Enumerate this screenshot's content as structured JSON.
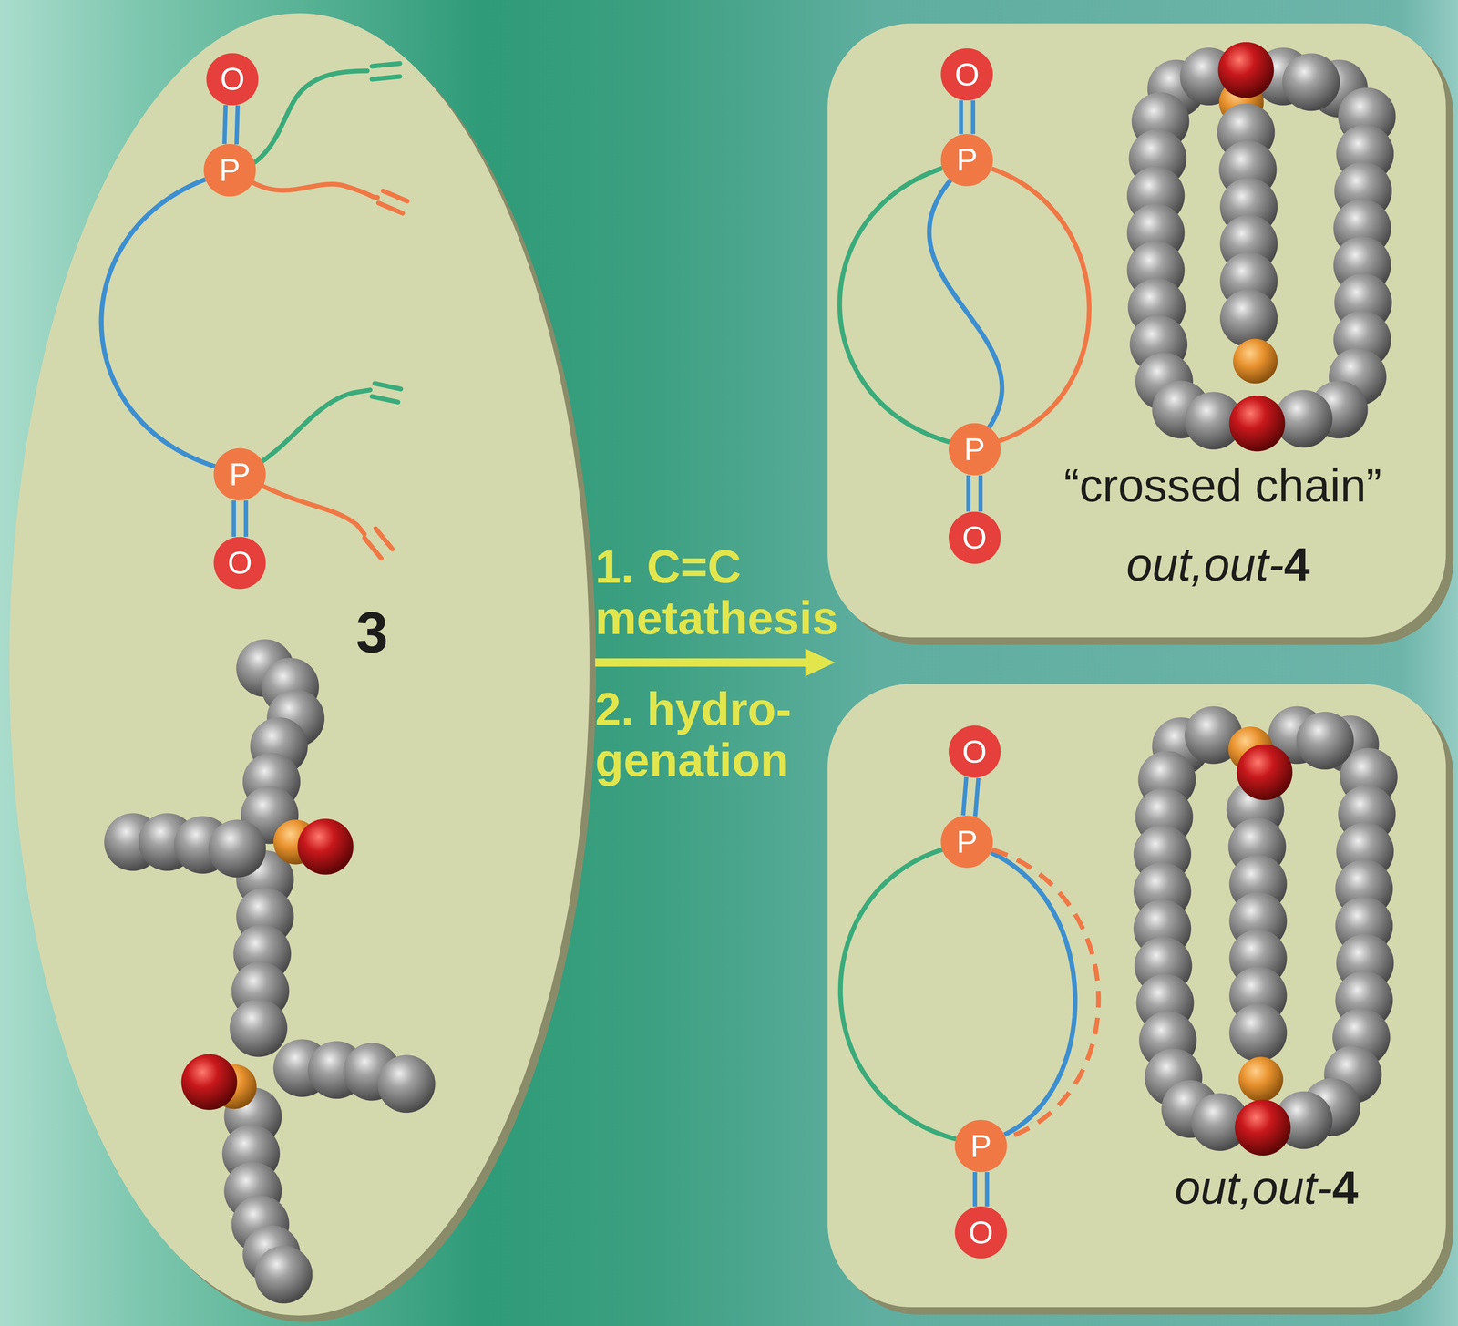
{
  "diagram": {
    "nodes": [
      {
        "text": [
          "3"
        ]
      },
      {
        "text": [
          "O"
        ],
        "in": 0
      },
      {
        "text": [
          "P"
        ],
        "in": 0
      },
      {
        "text": [
          "P"
        ],
        "in": 0
      },
      {
        "text": [
          "O"
        ],
        "in": 0
      },
      {
        "text": [
          "“crossed chain”",
          "out,out-4"
        ]
      },
      {
        "text": [
          "O"
        ],
        "in": 5
      },
      {
        "text": [
          "P"
        ],
        "in": 5
      },
      {
        "text": [
          "P"
        ],
        "in": 5
      },
      {
        "text": [
          "O"
        ],
        "in": 5
      },
      {
        "text": [
          "out,out-4"
        ]
      },
      {
        "text": [
          "O"
        ],
        "in": 10
      },
      {
        "text": [
          "P"
        ],
        "in": 10
      },
      {
        "text": [
          "P"
        ],
        "in": 10
      },
      {
        "text": [
          "O"
        ],
        "in": 10
      }
    ],
    "edges": [
      {
        "from": 1,
        "to": 2,
        "arrow": "none"
      },
      {
        "from": 2,
        "to": 3,
        "arrow": "none"
      },
      {
        "from": 3,
        "to": 4,
        "arrow": "none"
      },
      {
        "from": 6,
        "to": 7,
        "arrow": "none"
      },
      {
        "from": 7,
        "to": 8,
        "arrow": "none"
      },
      {
        "from": 7,
        "to": 8,
        "arrow": "none"
      },
      {
        "from": 7,
        "to": 8,
        "arrow": "none"
      },
      {
        "from": 8,
        "to": 9,
        "arrow": "none"
      },
      {
        "from": 11,
        "to": 12,
        "arrow": "none"
      },
      {
        "from": 12,
        "to": 13,
        "arrow": "none"
      },
      {
        "from": 12,
        "to": 13,
        "arrow": "none"
      },
      {
        "from": 12,
        "to": 13,
        "arrow": "none"
      },
      {
        "from": 13,
        "to": 14,
        "arrow": "none"
      }
    ],
    "labels": [
      "1. C=C metathesis",
      "2. hydro- genation"
    ]
  }
}
